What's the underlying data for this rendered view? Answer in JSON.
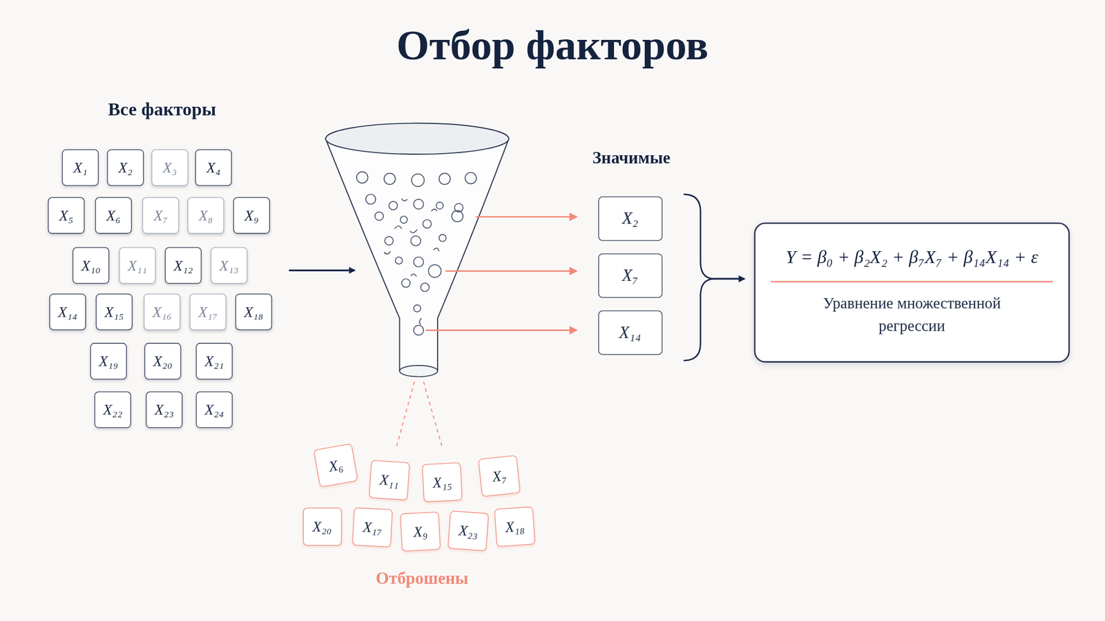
{
  "diagram": {
    "title": "Отбор факторов",
    "nodes": [
      {
        "text": [
          "X₁"
        ]
      },
      {
        "text": [
          "X₂"
        ]
      },
      {
        "text": [
          "X₃"
        ]
      },
      {
        "text": [
          "X₄"
        ]
      },
      {
        "text": [
          "X₅"
        ]
      },
      {
        "text": [
          "X₆"
        ]
      },
      {
        "text": [
          "X₇"
        ]
      },
      {
        "text": [
          "X₈"
        ]
      },
      {
        "text": [
          "X₉"
        ]
      },
      {
        "text": [
          "X₁₀"
        ]
      },
      {
        "text": [
          "X₁₁"
        ]
      },
      {
        "text": [
          "X₁₂"
        ]
      },
      {
        "text": [
          "X₁₃"
        ]
      },
      {
        "text": [
          "X₁₄"
        ]
      },
      {
        "text": [
          "X₁₅"
        ]
      },
      {
        "text": [
          "X₁₆"
        ]
      },
      {
        "text": [
          "X₁₇"
        ]
      },
      {
        "text": [
          "X₁₈"
        ]
      },
      {
        "text": [
          "X₁₉"
        ]
      },
      {
        "text": [
          "X₂₀"
        ]
      },
      {
        "text": [
          "X₂₁"
        ]
      },
      {
        "text": [
          "X₂₂"
        ]
      },
      {
        "text": [
          "X₂₃"
        ]
      },
      {
        "text": [
          "X₂₄"
        ]
      },
      {
        "text": [
          "X₂"
        ]
      },
      {
        "text": [
          "X₇"
        ]
      },
      {
        "text": [
          "X₁₄"
        ]
      },
      {
        "text": [
          "Y = β₀ + β₂X₂ + β₇X₇ + β₁₄X₁₄ + ε",
          "Уравнение множественной регрессии"
        ]
      },
      {
        "text": [
          "X₆"
        ]
      },
      {
        "text": [
          "X₁₁"
        ]
      },
      {
        "text": [
          "X₁₅"
        ]
      },
      {
        "text": [
          "X₇"
        ]
      },
      {
        "text": [
          "X₂₀"
        ]
      },
      {
        "text": [
          "X₁₇"
        ]
      },
      {
        "text": [
          "X₉"
        ]
      },
      {
        "text": [
          "X₂₃"
        ]
      },
      {
        "text": [
          "X₁₈"
        ]
      }
    ],
    "labels": [
      "Все факторы",
      "Значимые",
      "Отброшены"
    ]
  }
}
